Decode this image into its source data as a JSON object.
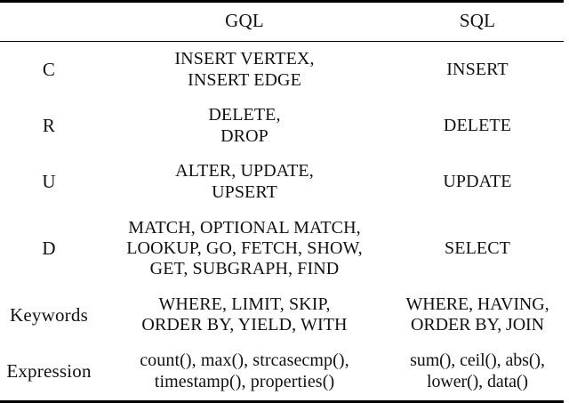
{
  "table": {
    "columns": [
      "",
      "GQL",
      "SQL"
    ],
    "rows": [
      {
        "label": "C",
        "gql": "INSERT VERTEX,\nINSERT EDGE",
        "sql": "INSERT"
      },
      {
        "label": "R",
        "gql": "DELETE,\nDROP",
        "sql": "DELETE"
      },
      {
        "label": "U",
        "gql": "ALTER, UPDATE,\nUPSERT",
        "sql": "UPDATE"
      },
      {
        "label": "D",
        "gql": "MATCH, OPTIONAL MATCH,\nLOOKUP, GO, FETCH, SHOW,\nGET, SUBGRAPH, FIND",
        "sql": "SELECT"
      },
      {
        "label": "Keywords",
        "gql": "WHERE, LIMIT, SKIP,\nORDER BY, YIELD, WITH",
        "sql": "WHERE, HAVING,\nORDER BY, JOIN"
      },
      {
        "label": "Expression",
        "gql": "count(), max(), strcasecmp(),\ntimestamp(), properties()",
        "sql": "sum(), ceil(), abs(),\nlower(), data()"
      }
    ]
  }
}
